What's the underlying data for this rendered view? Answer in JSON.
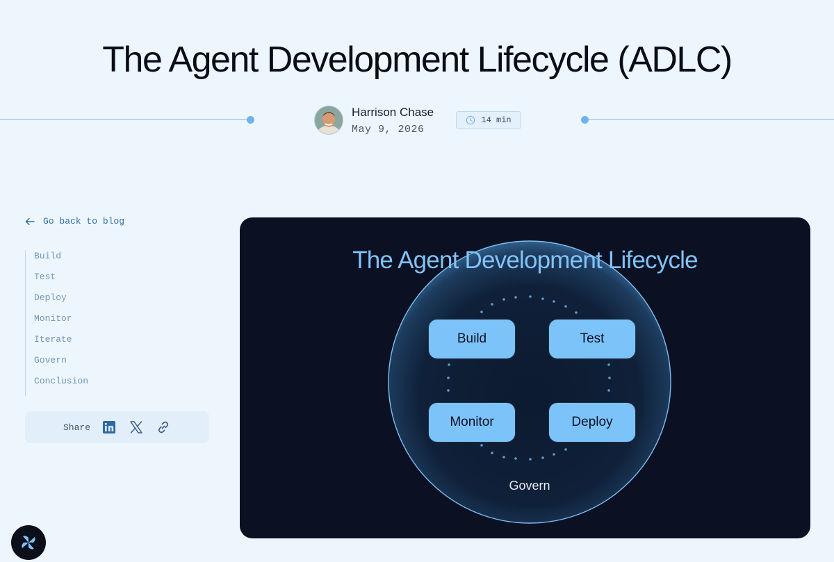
{
  "article": {
    "title": "The Agent Development Lifecycle (ADLC)",
    "author": "Harrison Chase",
    "date": "May 9, 2026",
    "read_time": "14 min"
  },
  "sidebar": {
    "back_label": "Go back to blog",
    "toc": [
      {
        "label": "Build"
      },
      {
        "label": "Test"
      },
      {
        "label": "Deploy"
      },
      {
        "label": "Monitor"
      },
      {
        "label": "Iterate"
      },
      {
        "label": "Govern"
      },
      {
        "label": "Conclusion"
      }
    ],
    "share_label": "Share",
    "share_icons": [
      "linkedin-icon",
      "x-icon",
      "link-icon"
    ]
  },
  "diagram": {
    "title": "The Agent Development Lifecycle",
    "stages": [
      {
        "label": "Build"
      },
      {
        "label": "Test"
      },
      {
        "label": "Monitor"
      },
      {
        "label": "Deploy"
      }
    ],
    "outer_label": "Govern"
  },
  "colors": {
    "page_background": "#eef6fd",
    "accent": "#6fb3ee",
    "card_background": "#0b1123",
    "stage_fill": "#7cc3fa",
    "diagram_title": "#82c2f6"
  }
}
